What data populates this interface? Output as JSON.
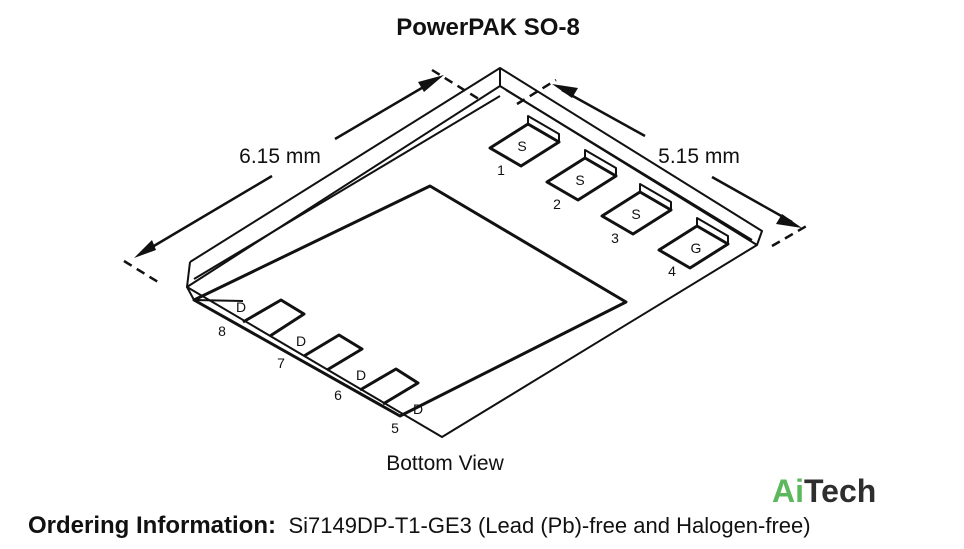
{
  "title": "PowerPAK SO-8",
  "dimensions": {
    "length": "6.15 mm",
    "width": "5.15 mm"
  },
  "pins_top": [
    {
      "number": "1",
      "label": "S"
    },
    {
      "number": "2",
      "label": "S"
    },
    {
      "number": "3",
      "label": "S"
    },
    {
      "number": "4",
      "label": "G"
    }
  ],
  "pins_bottom": [
    {
      "number": "8",
      "label": "D"
    },
    {
      "number": "7",
      "label": "D"
    },
    {
      "number": "6",
      "label": "D"
    },
    {
      "number": "5",
      "label": "D"
    }
  ],
  "view_label": "Bottom View",
  "brand": {
    "part1": "Ai",
    "part2": "Tech",
    "color1": "#5cb85c",
    "color2": "#2e2e2e"
  },
  "ordering": {
    "label": "Ordering Information:",
    "value": "Si7149DP-T1-GE3 (Lead (Pb)-free and Halogen-free)"
  }
}
